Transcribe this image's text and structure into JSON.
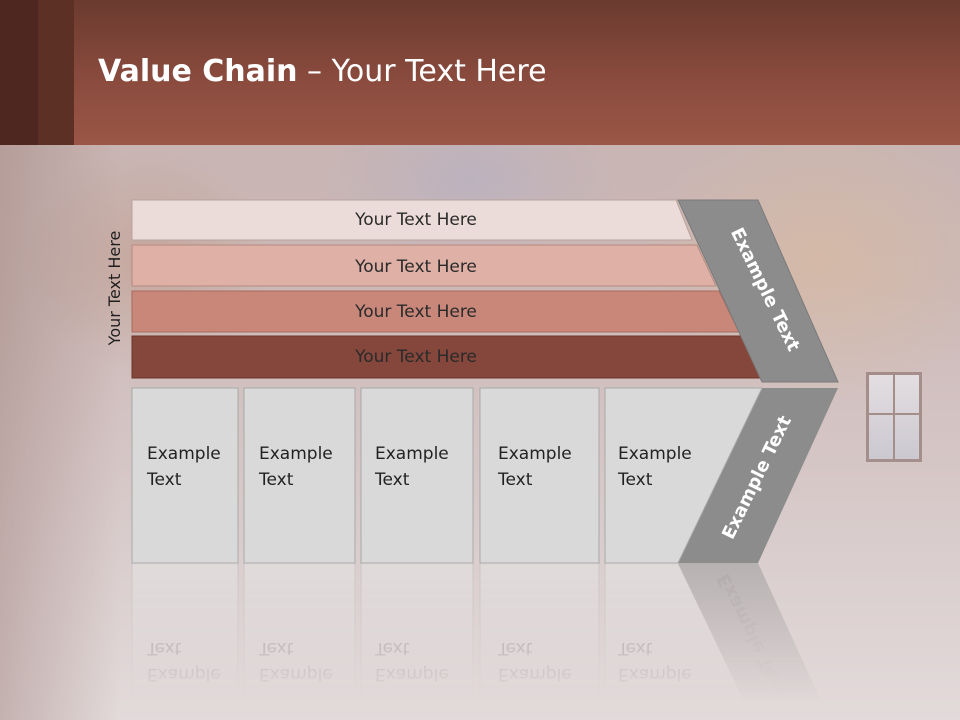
{
  "slide": {
    "title_bold": "Value Chain",
    "title_rest": " – Your Text Here",
    "side_label": "Your Text Here"
  },
  "bars": [
    {
      "label": "Your Text Here",
      "color": "#ecdcd9"
    },
    {
      "label": "Your Text Here",
      "color": "#dfb0a6"
    },
    {
      "label": "Your Text Here",
      "color": "#c9877a"
    },
    {
      "label": "Your Text Here",
      "color": "#85473b"
    }
  ],
  "boxes": [
    {
      "line1": "Example",
      "line2": "Text"
    },
    {
      "line1": "Example",
      "line2": "Text"
    },
    {
      "line1": "Example",
      "line2": "Text"
    },
    {
      "line1": "Example",
      "line2": "Text"
    },
    {
      "line1": "Example",
      "line2": "Text"
    }
  ],
  "chevron": {
    "upper_label": "Example Text",
    "lower_label": "Example Text",
    "color": "#8c8c8c"
  },
  "colors": {
    "header": "#8a4b3e",
    "box_fill": "#d9d9d9"
  }
}
